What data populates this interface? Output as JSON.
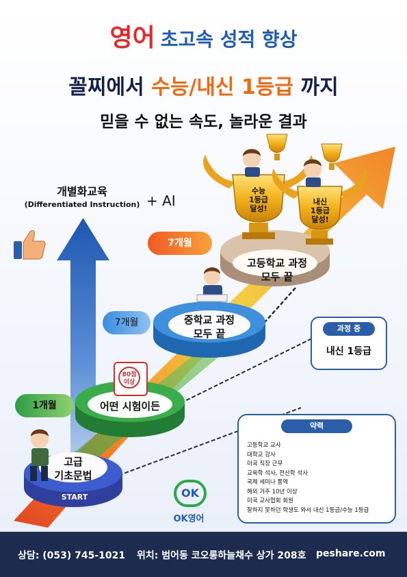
{
  "header": {
    "line1_highlight": "영어",
    "line1_rest": "초고속 성적 향상",
    "line2_start": "꼴찌에서",
    "line2_highlight": "수능/내신 1등급",
    "line2_end": "까지",
    "line3": "믿을 수 없는 속도, 놀라운 결과"
  },
  "method": {
    "title": "개별화교육",
    "subtitle": "(Differentiated Instruction)",
    "plus_ai": "+ AI"
  },
  "steps": [
    {
      "label_line1": "고급",
      "label_line2": "기초문법",
      "tag": "START"
    },
    {
      "label_line1": "어떤 시험이든",
      "pill": "1개월",
      "badge_line1": "80점",
      "badge_line2": "이상"
    },
    {
      "label_line1": "중학교 과정",
      "label_line2": "모두 끝",
      "pill": "7개월"
    },
    {
      "label_line1": "고등학교 과정",
      "label_line2": "모두 끝",
      "pill": "7개월"
    }
  ],
  "trophies": [
    {
      "line1": "수능",
      "line2": "1등급",
      "line3": "달성!"
    },
    {
      "line1": "내신",
      "line2": "1등급",
      "line3": "달성!"
    }
  ],
  "in_progress": {
    "header": "과정 중",
    "body": "내신 1등급"
  },
  "cv": {
    "title": "약력",
    "items": [
      "고등학교 교사",
      "대학교 강사",
      "미국 직장 근무",
      "교육학 석사, 전산학 석사",
      "국제 세미나 통역",
      "해외 거주 10년 이상",
      "미국 교사협회 회원",
      "잘하지 못하던 학생도 와서 내신 1등급/수능 1등급"
    ]
  },
  "logo": {
    "mark": "OK",
    "name": "OK영어"
  },
  "footer": {
    "phone": "상담: (053) 745-1021",
    "location": "위치: 범어동 코오롱하늘채수 상가 208호",
    "site": "peshare.com"
  },
  "colors": {
    "red": "#e8262b",
    "orange": "#ef6a12",
    "blue": "#1f5bb8",
    "navy": "#1c2b4e",
    "green": "#2e9d48",
    "gold": "#f2b21a"
  }
}
